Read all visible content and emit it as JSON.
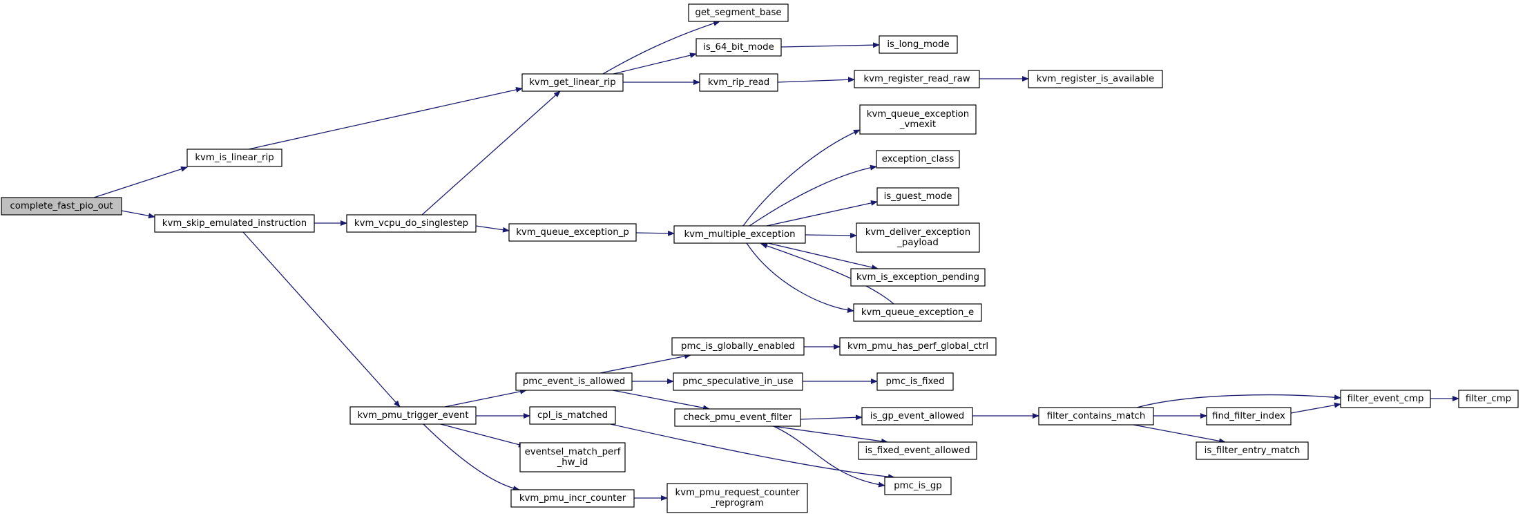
{
  "colors": {
    "edge": "#191970",
    "node_border": "#000000",
    "node_fill": "#ffffff",
    "root_fill": "#bfbfbf"
  },
  "graph": {
    "root": "complete_fast_pio_out",
    "nodes": [
      {
        "id": "complete_fast_pio_out",
        "lines": [
          "complete_fast_pio_out"
        ]
      },
      {
        "id": "kvm_is_linear_rip",
        "lines": [
          "kvm_is_linear_rip"
        ]
      },
      {
        "id": "kvm_skip_emulated_instruction",
        "lines": [
          "kvm_skip_emulated_instruction"
        ]
      },
      {
        "id": "kvm_vcpu_do_singlestep",
        "lines": [
          "kvm_vcpu_do_singlestep"
        ]
      },
      {
        "id": "kvm_get_linear_rip",
        "lines": [
          "kvm_get_linear_rip"
        ]
      },
      {
        "id": "get_segment_base",
        "lines": [
          "get_segment_base"
        ]
      },
      {
        "id": "is_64_bit_mode",
        "lines": [
          "is_64_bit_mode"
        ]
      },
      {
        "id": "is_long_mode",
        "lines": [
          "is_long_mode"
        ]
      },
      {
        "id": "kvm_rip_read",
        "lines": [
          "kvm_rip_read"
        ]
      },
      {
        "id": "kvm_register_read_raw",
        "lines": [
          "kvm_register_read_raw"
        ]
      },
      {
        "id": "kvm_register_is_available",
        "lines": [
          "kvm_register_is_available"
        ]
      },
      {
        "id": "kvm_queue_exception_p",
        "lines": [
          "kvm_queue_exception_p"
        ]
      },
      {
        "id": "kvm_multiple_exception",
        "lines": [
          "kvm_multiple_exception"
        ]
      },
      {
        "id": "kvm_queue_exception_vmexit",
        "lines": [
          "kvm_queue_exception",
          "_vmexit"
        ]
      },
      {
        "id": "exception_class",
        "lines": [
          "exception_class"
        ]
      },
      {
        "id": "is_guest_mode",
        "lines": [
          "is_guest_mode"
        ]
      },
      {
        "id": "kvm_deliver_exception_payload",
        "lines": [
          "kvm_deliver_exception",
          "_payload"
        ]
      },
      {
        "id": "kvm_is_exception_pending",
        "lines": [
          "kvm_is_exception_pending"
        ]
      },
      {
        "id": "kvm_queue_exception_e",
        "lines": [
          "kvm_queue_exception_e"
        ]
      },
      {
        "id": "kvm_pmu_trigger_event",
        "lines": [
          "kvm_pmu_trigger_event"
        ]
      },
      {
        "id": "pmc_event_is_allowed",
        "lines": [
          "pmc_event_is_allowed"
        ]
      },
      {
        "id": "pmc_is_globally_enabled",
        "lines": [
          "pmc_is_globally_enabled"
        ]
      },
      {
        "id": "kvm_pmu_has_perf_global_ctrl",
        "lines": [
          "kvm_pmu_has_perf_global_ctrl"
        ]
      },
      {
        "id": "pmc_speculative_in_use",
        "lines": [
          "pmc_speculative_in_use"
        ]
      },
      {
        "id": "pmc_is_fixed",
        "lines": [
          "pmc_is_fixed"
        ]
      },
      {
        "id": "check_pmu_event_filter",
        "lines": [
          "check_pmu_event_filter"
        ]
      },
      {
        "id": "is_gp_event_allowed",
        "lines": [
          "is_gp_event_allowed"
        ]
      },
      {
        "id": "filter_contains_match",
        "lines": [
          "filter_contains_match"
        ]
      },
      {
        "id": "filter_event_cmp",
        "lines": [
          "filter_event_cmp"
        ]
      },
      {
        "id": "filter_cmp",
        "lines": [
          "filter_cmp"
        ]
      },
      {
        "id": "find_filter_index",
        "lines": [
          "find_filter_index"
        ]
      },
      {
        "id": "is_filter_entry_match",
        "lines": [
          "is_filter_entry_match"
        ]
      },
      {
        "id": "is_fixed_event_allowed",
        "lines": [
          "is_fixed_event_allowed"
        ]
      },
      {
        "id": "pmc_is_gp",
        "lines": [
          "pmc_is_gp"
        ]
      },
      {
        "id": "cpl_is_matched",
        "lines": [
          "cpl_is_matched"
        ]
      },
      {
        "id": "eventsel_match_perf_hw_id",
        "lines": [
          "eventsel_match_perf",
          "_hw_id"
        ]
      },
      {
        "id": "kvm_pmu_incr_counter",
        "lines": [
          "kvm_pmu_incr_counter"
        ]
      },
      {
        "id": "kvm_pmu_request_counter_reprogram",
        "lines": [
          "kvm_pmu_request_counter",
          "_reprogram"
        ]
      }
    ],
    "edges": [
      {
        "from": "complete_fast_pio_out",
        "to": "kvm_is_linear_rip"
      },
      {
        "from": "complete_fast_pio_out",
        "to": "kvm_skip_emulated_instruction"
      },
      {
        "from": "kvm_is_linear_rip",
        "to": "kvm_get_linear_rip"
      },
      {
        "from": "kvm_skip_emulated_instruction",
        "to": "kvm_vcpu_do_singlestep"
      },
      {
        "from": "kvm_skip_emulated_instruction",
        "to": "kvm_pmu_trigger_event"
      },
      {
        "from": "kvm_vcpu_do_singlestep",
        "to": "kvm_get_linear_rip"
      },
      {
        "from": "kvm_vcpu_do_singlestep",
        "to": "kvm_queue_exception_p"
      },
      {
        "from": "kvm_get_linear_rip",
        "to": "get_segment_base"
      },
      {
        "from": "kvm_get_linear_rip",
        "to": "is_64_bit_mode"
      },
      {
        "from": "kvm_get_linear_rip",
        "to": "kvm_rip_read"
      },
      {
        "from": "is_64_bit_mode",
        "to": "is_long_mode"
      },
      {
        "from": "kvm_rip_read",
        "to": "kvm_register_read_raw"
      },
      {
        "from": "kvm_register_read_raw",
        "to": "kvm_register_is_available"
      },
      {
        "from": "kvm_queue_exception_p",
        "to": "kvm_multiple_exception"
      },
      {
        "from": "kvm_multiple_exception",
        "to": "kvm_queue_exception_vmexit"
      },
      {
        "from": "kvm_multiple_exception",
        "to": "exception_class"
      },
      {
        "from": "kvm_multiple_exception",
        "to": "is_guest_mode"
      },
      {
        "from": "kvm_multiple_exception",
        "to": "kvm_deliver_exception_payload"
      },
      {
        "from": "kvm_multiple_exception",
        "to": "kvm_is_exception_pending"
      },
      {
        "from": "kvm_multiple_exception",
        "to": "kvm_queue_exception_e"
      },
      {
        "from": "kvm_queue_exception_e",
        "to": "kvm_multiple_exception"
      },
      {
        "from": "kvm_pmu_trigger_event",
        "to": "pmc_event_is_allowed"
      },
      {
        "from": "kvm_pmu_trigger_event",
        "to": "cpl_is_matched"
      },
      {
        "from": "kvm_pmu_trigger_event",
        "to": "eventsel_match_perf_hw_id"
      },
      {
        "from": "kvm_pmu_trigger_event",
        "to": "kvm_pmu_incr_counter"
      },
      {
        "from": "pmc_event_is_allowed",
        "to": "pmc_is_globally_enabled"
      },
      {
        "from": "pmc_event_is_allowed",
        "to": "pmc_speculative_in_use"
      },
      {
        "from": "pmc_event_is_allowed",
        "to": "check_pmu_event_filter"
      },
      {
        "from": "pmc_is_globally_enabled",
        "to": "kvm_pmu_has_perf_global_ctrl"
      },
      {
        "from": "pmc_speculative_in_use",
        "to": "pmc_is_fixed"
      },
      {
        "from": "check_pmu_event_filter",
        "to": "is_gp_event_allowed"
      },
      {
        "from": "check_pmu_event_filter",
        "to": "is_fixed_event_allowed"
      },
      {
        "from": "check_pmu_event_filter",
        "to": "pmc_is_gp"
      },
      {
        "from": "is_gp_event_allowed",
        "to": "filter_contains_match"
      },
      {
        "from": "filter_contains_match",
        "to": "filter_event_cmp"
      },
      {
        "from": "filter_contains_match",
        "to": "find_filter_index"
      },
      {
        "from": "filter_contains_match",
        "to": "is_filter_entry_match"
      },
      {
        "from": "find_filter_index",
        "to": "filter_event_cmp"
      },
      {
        "from": "filter_event_cmp",
        "to": "filter_cmp"
      },
      {
        "from": "cpl_is_matched",
        "to": "pmc_is_gp"
      },
      {
        "from": "kvm_pmu_incr_counter",
        "to": "kvm_pmu_request_counter_reprogram"
      }
    ]
  }
}
